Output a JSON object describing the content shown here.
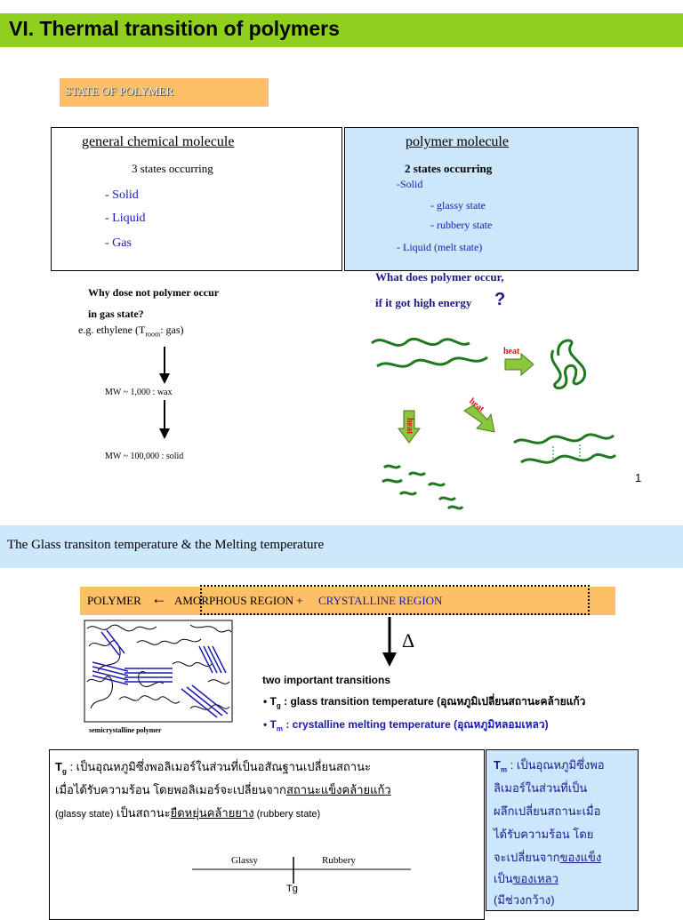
{
  "slide1": {
    "title": "VI. Thermal transition of polymers",
    "state_label": "STATE OF POLYMER",
    "left_box": {
      "heading": "general chemical molecule",
      "subheading": "3  states occurring",
      "items": [
        "- Solid",
        "- Liquid",
        "- Gas"
      ]
    },
    "right_box": {
      "heading": "polymer molecule",
      "subheading": "2 states occurring",
      "solid": "-Solid",
      "glassy": "- glassy state",
      "rubbery": "- rubbery state",
      "liquid": "- Liquid (melt state)"
    },
    "question_line1": "What does polymer occur,",
    "question_line2": "if it got high energy",
    "question_mark": "?",
    "why_line1": "Why dose not polymer occur",
    "why_line2": "in gas state?",
    "eg_prefix": "e.g.   ethylene   (T",
    "eg_sub": "room",
    "eg_suffix": ": gas)",
    "mw1": "MW ~ 1,000 : wax",
    "mw2": "MW ~ 100,000 : solid",
    "heat_label": "heat",
    "slide_number": "1"
  },
  "slide2": {
    "title": "The Glass transiton temperature & the Melting temperature",
    "polymer_label": "POLYMER",
    "amorphous_label": "AMORPHOUS REGION +",
    "crystalline_label": "CRYSTALLINE REGION",
    "delta": "Δ",
    "diagram_caption": "semicrystalline polymer",
    "two_transitions": "two important transitions",
    "tg_symbol": "T",
    "tg_sub": "g",
    "tg_text": " : glass transition temperature (อุณหภูมิเปลี่ยนสถานะคล้ายแก้ว",
    "tm_symbol": "T",
    "tm_sub": "m",
    "tm_text": " : crystalline melting temperature (อุณหภูมิหลอมเหลว)",
    "tg_box": {
      "line1": " : เป็นอุณหภูมิซึ่งพอลิเมอร์ในส่วนที่เป็นอสัณฐานเปลี่ยนสถานะ",
      "line2_a": "เมื่อได้รับความร้อน  โดยพอลิเมอร์จะเปลี่ยนจาก",
      "line2_u": "สถานะแข็งคล้ายแก้ว",
      "line3_a": "(glassy state)",
      "line3_b": " เป็นสถานะ",
      "line3_u": "ยืดหยุ่นคล้ายยาง",
      "line3_c": " (rubbery state)",
      "glassy": "Glassy",
      "rubbery": "Rubbery",
      "tg": "Tg"
    },
    "tm_box": {
      "line1": " : เป็นอุณหภูมิซึ่งพอ",
      "line2": "ลิเมอร์ในส่วนที่เป็น",
      "line3": "ผลึกเปลี่ยนสถานะเมื่อ",
      "line4": "ได้รับความร้อน  โดย",
      "line5_a": "จะเปลี่ยนจาก",
      "line5_u": "ของแข็ง",
      "line6_a": "เป็น",
      "line6_u": "ของเหลว",
      "line7": "(มีช่วงกว้าง)"
    }
  }
}
